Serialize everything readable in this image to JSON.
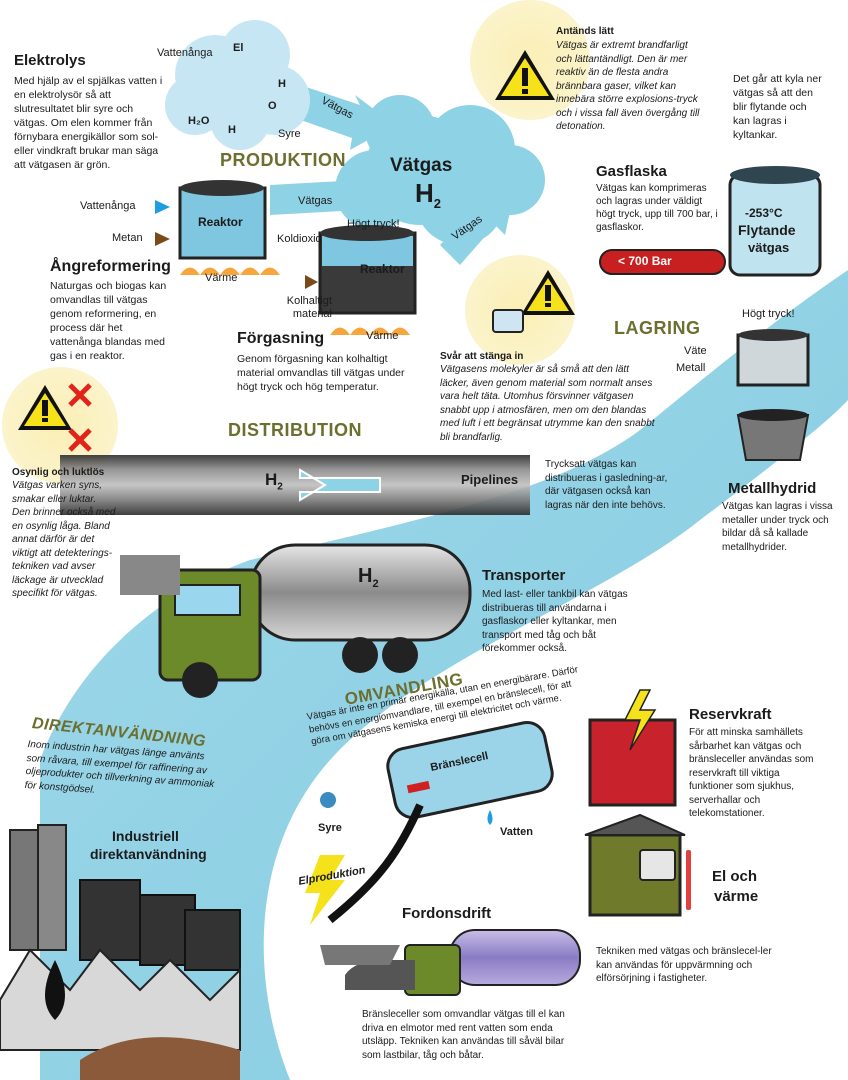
{
  "sections": {
    "produktion": "PRODUKTION",
    "lagring": "LAGRING",
    "distribution": "DISTRIBUTION",
    "omvandling": "OMVANDLING",
    "direktanvandning": "DIREKTANVÄNDNING"
  },
  "center": {
    "title": "Vätgas",
    "formula": "H",
    "sub": "2"
  },
  "arrows": {
    "vatgas": "Vätgas"
  },
  "elektrolys": {
    "title": "Elektrolys",
    "text": "Med hjälp av el spjälkas vatten i en elektrolysör så att slutresultatet blir syre och vätgas. Om elen kommer från förnybara energikällor som sol- eller vindkraft brukar man säga att vätgasen är grön.",
    "labels": {
      "vattenanga": "Vattenånga",
      "el": "El",
      "h2o": "H₂O",
      "h": "H",
      "o": "O",
      "syre": "Syre"
    }
  },
  "angreformering": {
    "title": "Ångreformering",
    "text": "Naturgas och biogas kan omvandlas till vätgas genom reformering, en process där het vattenånga blandas med gas i en reaktor.",
    "labels": {
      "vattenanga": "Vattenånga",
      "metan": "Metan",
      "reaktor": "Reaktor",
      "varme": "Värme",
      "koldioxid": "Koldioxid"
    }
  },
  "forgasning": {
    "title": "Förgasning",
    "text": "Genom förgasning kan kolhaltigt material omvandlas till vätgas under högt tryck och hög temperatur.",
    "labels": {
      "hogt_tryck": "Högt tryck!",
      "reaktor": "Reaktor",
      "kolhaltigt": "Kolhaltigt material",
      "varme": "Värme"
    }
  },
  "antands": {
    "title": "Antänds lätt",
    "text": "Vätgas är extremt brandfarligt och lättantändligt. Den är mer reaktiv än de flesta andra brännbara gaser, vilket kan innebära större explosions-tryck och i vissa fall även övergång till detonation."
  },
  "kyla": {
    "text": "Det går att kyla ner vätgas så att den blir flytande och kan lagras i kyltankar."
  },
  "gasflaska": {
    "title": "Gasflaska",
    "text": "Vätgas kan komprimeras och lagras under väldigt högt tryck, upp till 700 bar, i gasflaskor.",
    "bottle_label": "< 700 Bar"
  },
  "kyltank": {
    "temp": "-253°C",
    "line1": "Flytande",
    "line2": "vätgas"
  },
  "svar_stanga": {
    "title": "Svår att stänga in",
    "text": "Vätgasens molekyler är så små att den lätt läcker, även genom material som normalt anses vara helt täta. Utomhus försvinner vätgasen snabbt upp i atmosfären, men om den blandas med luft i ett begränsat utrymme kan den snabbt bli brandfarlig."
  },
  "metallhydrid": {
    "title": "Metallhydrid",
    "text": "Vätgas kan lagras i vissa metaller under tryck och bildar då så kallade metallhydrider.",
    "labels": {
      "hogt_tryck": "Högt tryck!",
      "vate": "Väte",
      "metall": "Metall"
    }
  },
  "osynlig": {
    "title": "Osynlig och luktlös",
    "text": "Vätgas varken syns, smakar eller luktar. Den brinner också med en osynlig låga. Bland annat därför är det viktigt att detekterings-tekniken vad avser läckage är utvecklad specifikt för vätgas."
  },
  "pipelines": {
    "label": "Pipelines",
    "text": "Trycksatt vätgas kan distribueras i gasledning-ar, där vätgasen också kan lagras när den inte behövs."
  },
  "transporter": {
    "title": "Transporter",
    "text": "Med last- eller tankbil kan vätgas distribueras till användarna i gasflaskor eller kyltankar, men transport med tåg och båt förekommer också."
  },
  "omvandling": {
    "text": "Vätgas är inte en primär energikälla, utan en energibärare. Därför behövs en energiomvandlare, till exempel en bränslecell, för att göra om vätgasens kemiska energi till elektricitet och värme.",
    "cell_label": "Bränslecell",
    "syre": "Syre",
    "vatten": "Vatten",
    "elproduktion": "Elproduktion"
  },
  "direkt": {
    "text": "Inom industrin har vätgas länge använts som råvara, till exempel för raffinering av oljeprodukter och tillverkning av ammoniak för konstgödsel.",
    "title1": "Industriell",
    "title2": "direktanvändning"
  },
  "reservkraft": {
    "title": "Reservkraft",
    "text": "För att minska samhällets sårbarhet kan vätgas och bränsleceller användas som reservkraft till viktiga funktioner som sjukhus, serverhallar och telekomstationer."
  },
  "el_varme": {
    "title1": "El och",
    "title2": "värme",
    "text": "Tekniken med vätgas och bränslecel-ler kan användas för uppvärmning och elförsörjning i fastigheter."
  },
  "fordonsdrift": {
    "title": "Fordonsdrift",
    "text": "Bränsleceller som omvandlar vätgas till el kan driva en elmotor med rent vatten som enda utsläpp. Tekniken kan användas till såväl bilar som lastbilar, tåg och båtar."
  },
  "colors": {
    "flow": "#7ecbe1",
    "section": "#6b6f2f",
    "warning": "#f6e21a",
    "highlight": "#fbf1c0"
  }
}
